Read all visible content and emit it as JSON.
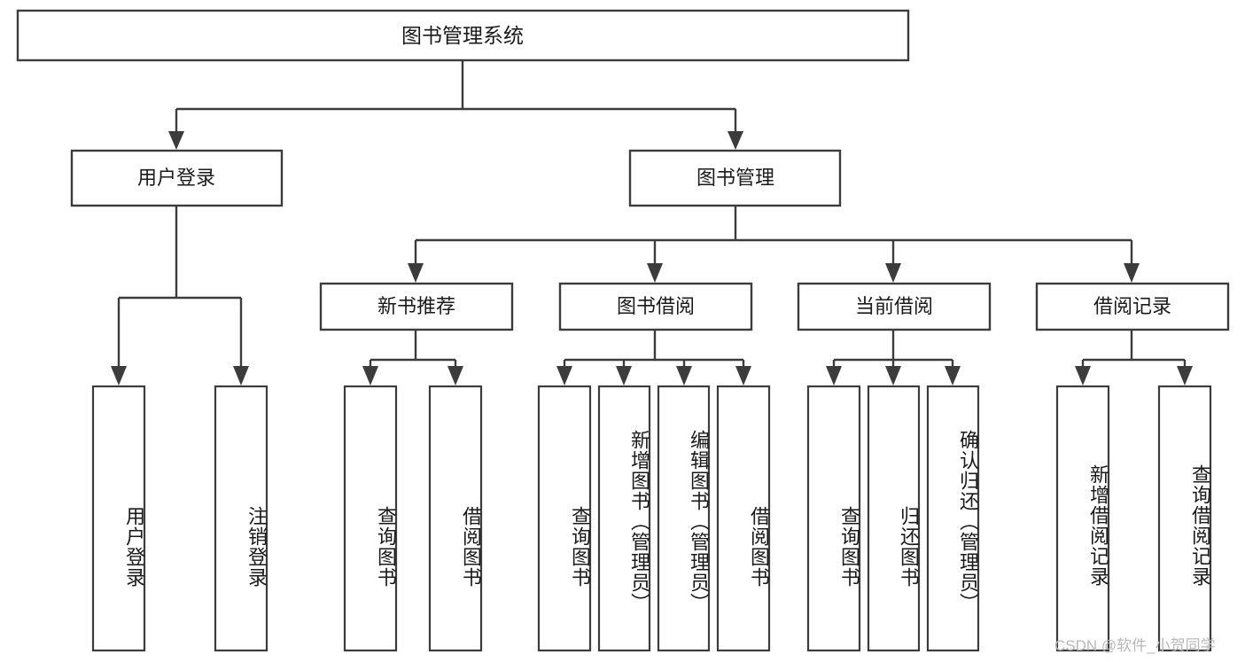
{
  "diagram": {
    "title": "图书管理系统",
    "type": "hierarchy-tree",
    "watermark": "CSDN @软件_小贺同学",
    "colors": {
      "stroke": "#3c3c3c",
      "box_fill": "#ffffff",
      "text": "#1a1a1a",
      "background": "#ffffff",
      "watermark": "#b8b8b8"
    },
    "root": {
      "label": "图书管理系统"
    },
    "level2": [
      {
        "label": "用户登录"
      },
      {
        "label": "图书管理"
      }
    ],
    "level3": [
      {
        "label": "新书推荐"
      },
      {
        "label": "图书借阅"
      },
      {
        "label": "当前借阅"
      },
      {
        "label": "借阅记录"
      }
    ],
    "leaves": {
      "user_login": [
        {
          "label": "用户登录"
        },
        {
          "label": "注销登录"
        }
      ],
      "new_book_recommend": [
        {
          "label": "查询图书"
        },
        {
          "label": "借阅图书"
        }
      ],
      "book_borrow": [
        {
          "label": "查询图书"
        },
        {
          "label": "新增图书（管理员）"
        },
        {
          "label": "编辑图书（管理员）"
        },
        {
          "label": "借阅图书"
        }
      ],
      "current_borrow": [
        {
          "label": "查询图书"
        },
        {
          "label": "归还图书"
        },
        {
          "label": "确认归还（管理员）"
        }
      ],
      "borrow_record": [
        {
          "label": "新增借阅记录"
        },
        {
          "label": "查询借阅记录"
        }
      ]
    }
  }
}
